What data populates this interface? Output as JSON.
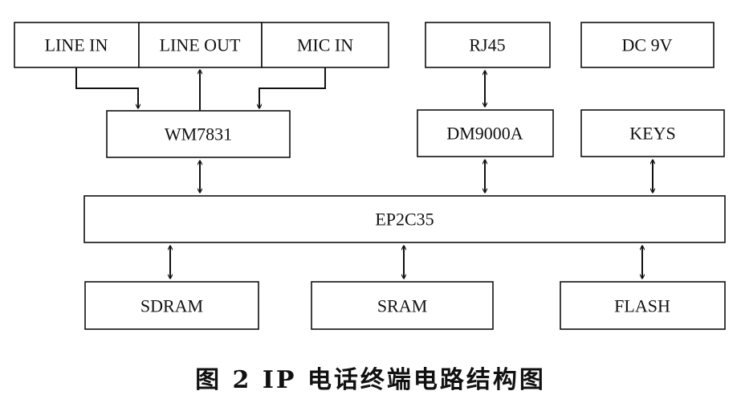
{
  "blocks": {
    "line_in": "LINE IN",
    "line_out": "LINE OUT",
    "mic_in": "MIC IN",
    "rj45": "RJ45",
    "dc9v": "DC 9V",
    "wm7831": "WM7831",
    "dm9000a": "DM9000A",
    "keys": "KEYS",
    "ep2c35": "EP2C35",
    "sdram": "SDRAM",
    "sram": "SRAM",
    "flash": "FLASH"
  },
  "connections": [
    {
      "from": "LINE IN",
      "to": "WM7831",
      "direction": "one-way"
    },
    {
      "from": "WM7831",
      "to": "LINE OUT",
      "direction": "one-way"
    },
    {
      "from": "MIC IN",
      "to": "WM7831",
      "direction": "one-way"
    },
    {
      "from": "RJ45",
      "to": "DM9000A",
      "direction": "two-way"
    },
    {
      "from": "WM7831",
      "to": "EP2C35",
      "direction": "two-way"
    },
    {
      "from": "DM9000A",
      "to": "EP2C35",
      "direction": "two-way"
    },
    {
      "from": "KEYS",
      "to": "EP2C35",
      "direction": "two-way"
    },
    {
      "from": "EP2C35",
      "to": "SDRAM",
      "direction": "two-way"
    },
    {
      "from": "EP2C35",
      "to": "SRAM",
      "direction": "two-way"
    },
    {
      "from": "EP2C35",
      "to": "FLASH",
      "direction": "two-way"
    }
  ],
  "caption": "图 2  IP 电话终端电路结构图"
}
